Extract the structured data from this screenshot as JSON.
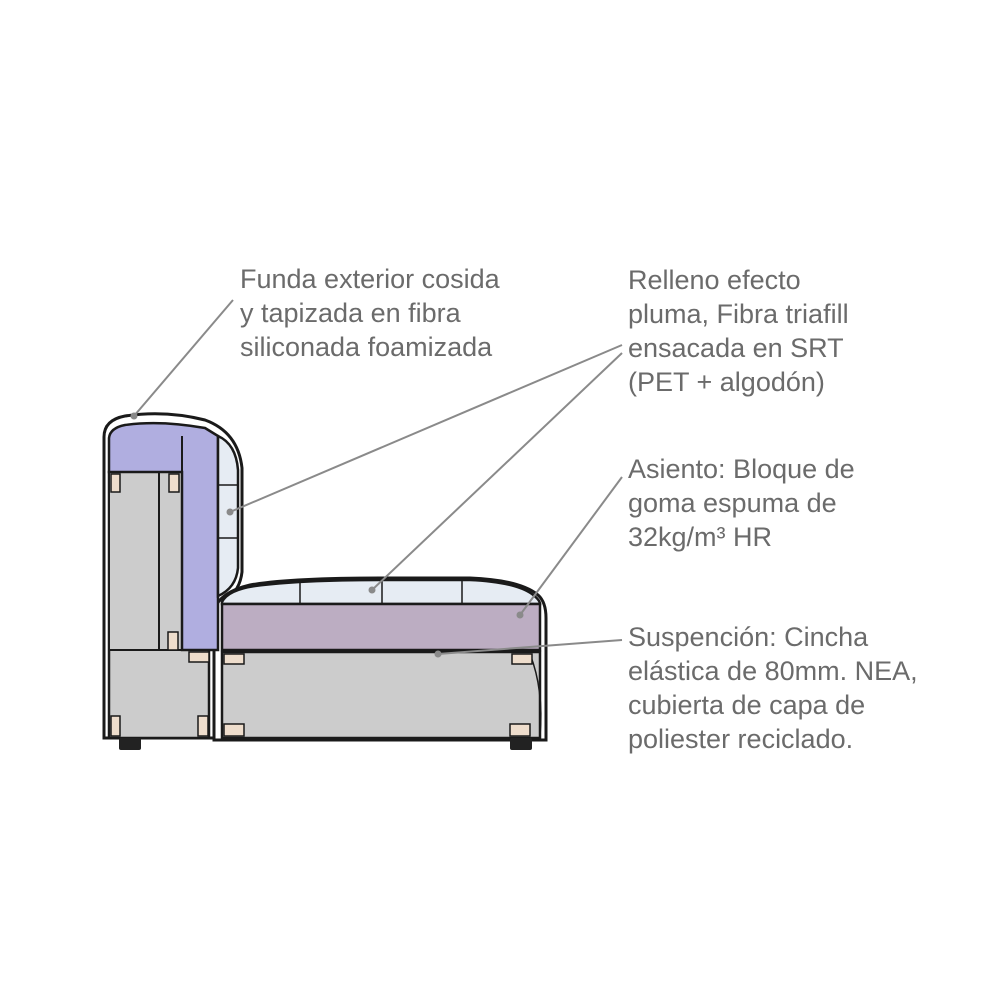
{
  "callouts": {
    "funda": {
      "lines": [
        "Funda exterior cosida",
        "y tapizada en fibra",
        "siliconada foamizada"
      ]
    },
    "relleno": {
      "lines": [
        "Relleno efecto",
        "pluma, Fibra triafill",
        "ensacada en SRT",
        "(PET + algodón)"
      ]
    },
    "asiento": {
      "lines": [
        "Asiento: Bloque de",
        "goma espuma de",
        "32kg/m³ HR"
      ]
    },
    "suspension": {
      "lines": [
        "Suspención: Cincha",
        "elástica de 80mm. NEA,",
        "cubierta de capa de",
        "poliester reciclado."
      ]
    }
  },
  "colors": {
    "text": "#6b6b6b",
    "leader_line": "#8a8a8a",
    "outline": "#1a1a1a",
    "frame_gray": "#cccccc",
    "back_foam_lavender": "#b0aee0",
    "back_cushion_blue": "#e6ecf3",
    "seat_foam_mauve": "#bcadc2",
    "wood_block": "#eeddcc",
    "feet": "#222222"
  }
}
